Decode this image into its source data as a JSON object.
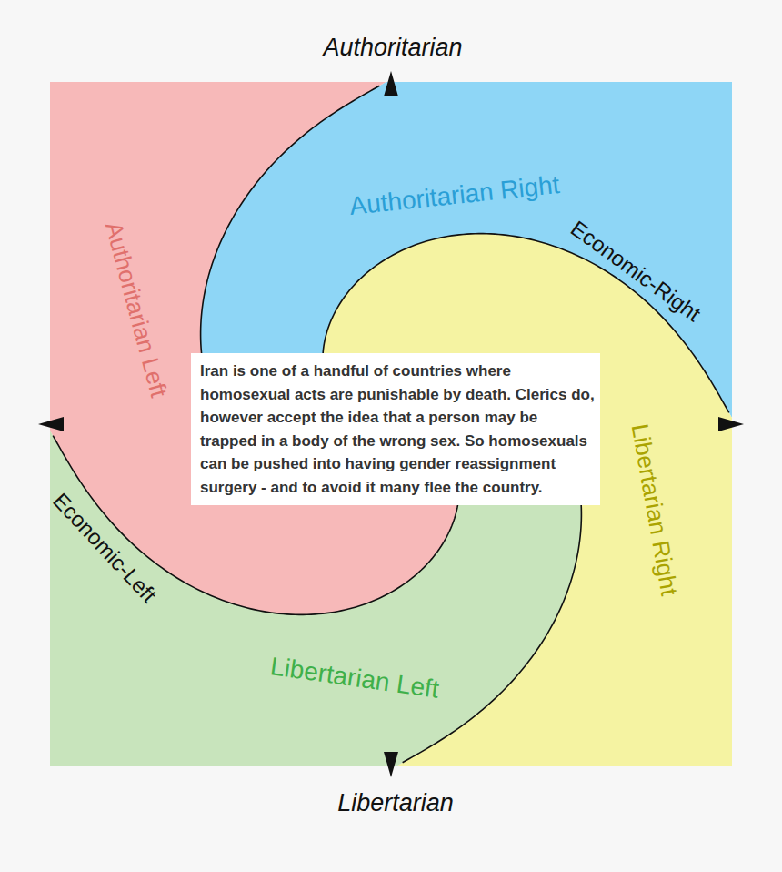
{
  "diagram": {
    "nodes": [
      {
        "text": [
          "Iran is one of a handful of countries where homosexual acts are punishable by death. Clerics do, however accept the idea that a person may be trapped in a body of the wrong sex. So homosexuals can be pushed into having gender reassignment surgery - and to avoid it many flee the country."
        ]
      }
    ],
    "labels": [
      "Authoritarian",
      "Authoritarian Right",
      "Economic-Right",
      "Authoritarian Left",
      "Libertarian Right",
      "Economic-Left",
      "Libertarian Left",
      "Libertarian"
    ]
  }
}
